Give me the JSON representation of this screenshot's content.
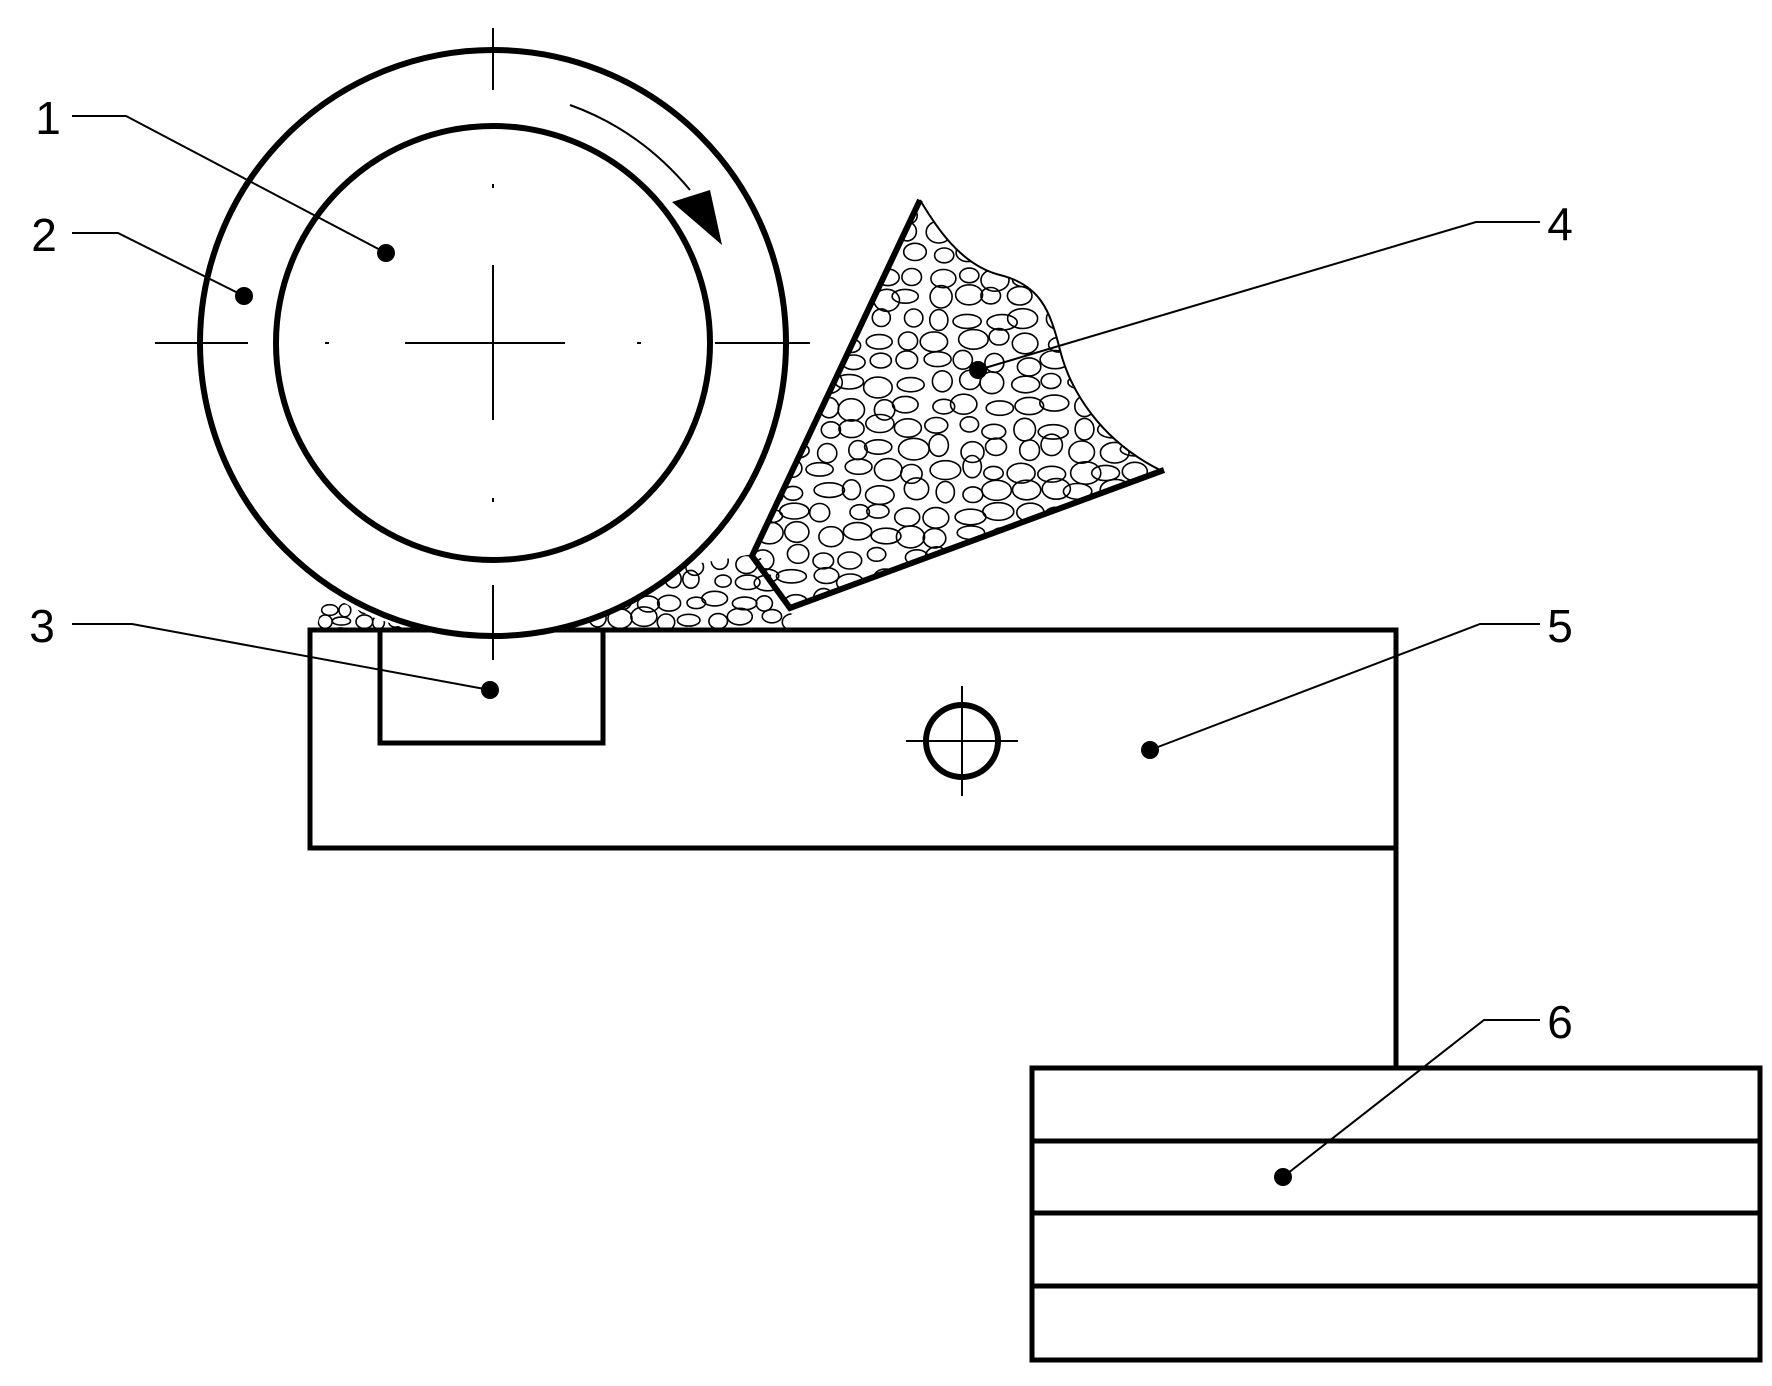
{
  "callouts": [
    {
      "id": "1",
      "text": "1"
    },
    {
      "id": "2",
      "text": "2"
    },
    {
      "id": "3",
      "text": "3"
    },
    {
      "id": "4",
      "text": "4"
    },
    {
      "id": "5",
      "text": "5"
    },
    {
      "id": "6",
      "text": "6"
    }
  ],
  "rotation_direction": "clockwise",
  "colors": {
    "line": "#000000",
    "background": "#ffffff"
  }
}
